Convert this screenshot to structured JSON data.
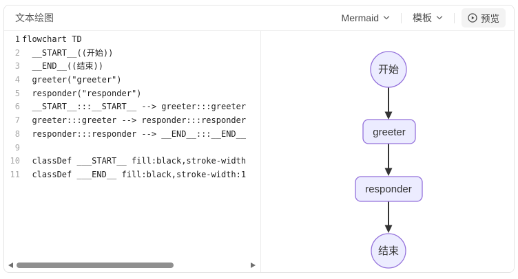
{
  "header": {
    "title": "文本绘图",
    "diagram_type_dropdown": "Mermaid",
    "template_dropdown": "模板",
    "preview_button": "预览"
  },
  "editor": {
    "lines": [
      {
        "num": "1",
        "code": "flowchart TD",
        "active": true
      },
      {
        "num": "2",
        "code": "  __START__((开始))"
      },
      {
        "num": "3",
        "code": "  __END__((结束))"
      },
      {
        "num": "4",
        "code": "  greeter(\"greeter\")"
      },
      {
        "num": "5",
        "code": "  responder(\"responder\")"
      },
      {
        "num": "6",
        "code": "  __START__:::__START__ --> greeter:::greeter"
      },
      {
        "num": "7",
        "code": "  greeter:::greeter --> responder:::responder"
      },
      {
        "num": "8",
        "code": "  responder:::responder --> __END__:::__END__"
      },
      {
        "num": "9",
        "code": ""
      },
      {
        "num": "10",
        "code": "  classDef ___START__ fill:black,stroke-width"
      },
      {
        "num": "11",
        "code": "  classDef ___END__ fill:black,stroke-width:1"
      }
    ]
  },
  "diagram": {
    "nodes": [
      {
        "id": "__START__",
        "label": "开始",
        "shape": "circle"
      },
      {
        "id": "greeter",
        "label": "greeter",
        "shape": "rounded-rect"
      },
      {
        "id": "responder",
        "label": "responder",
        "shape": "rounded-rect"
      },
      {
        "id": "__END__",
        "label": "结束",
        "shape": "circle"
      }
    ],
    "edges": [
      {
        "from": "开始",
        "to": "greeter"
      },
      {
        "from": "greeter",
        "to": "responder"
      },
      {
        "from": "responder",
        "to": "结束"
      }
    ],
    "colors": {
      "node_fill": "#ECECFF",
      "node_stroke": "#9370DB",
      "edge": "#333333",
      "node_text": "#333333"
    }
  }
}
